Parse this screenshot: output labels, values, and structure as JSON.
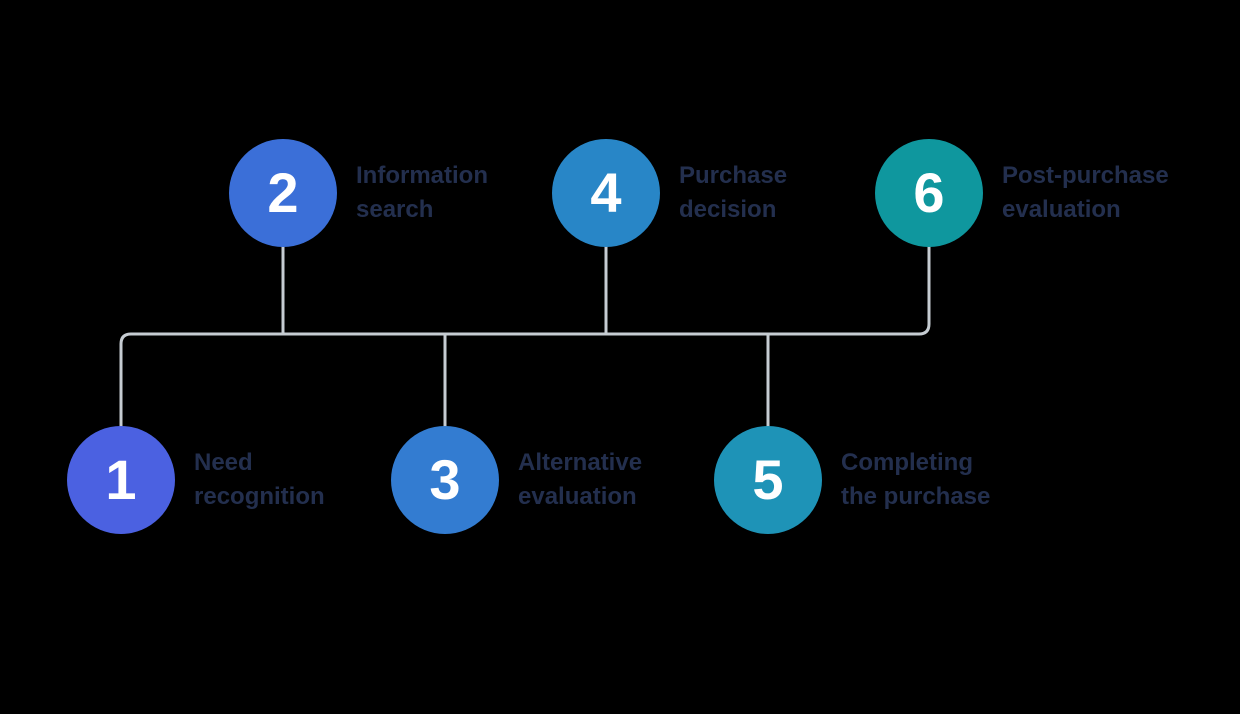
{
  "diagram": {
    "type": "process-timeline",
    "background_color": "#000000",
    "connector_color": "#c6ccd2",
    "label_text_color": "#232f4e",
    "number_text_color": "#ffffff",
    "steps": [
      {
        "number": "1",
        "label_line1": "Need",
        "label_line2": "recognition",
        "color": "#4b61e1"
      },
      {
        "number": "2",
        "label_line1": "Information",
        "label_line2": "search",
        "color": "#3b6fd8"
      },
      {
        "number": "3",
        "label_line1": "Alternative",
        "label_line2": "evaluation",
        "color": "#337cd1"
      },
      {
        "number": "4",
        "label_line1": "Purchase",
        "label_line2": "decision",
        "color": "#2886c7"
      },
      {
        "number": "5",
        "label_line1": "Completing",
        "label_line2": "the purchase",
        "color": "#1e93b7"
      },
      {
        "number": "6",
        "label_line1": "Post-purchase",
        "label_line2": "evaluation",
        "color": "#0f979e"
      }
    ]
  }
}
